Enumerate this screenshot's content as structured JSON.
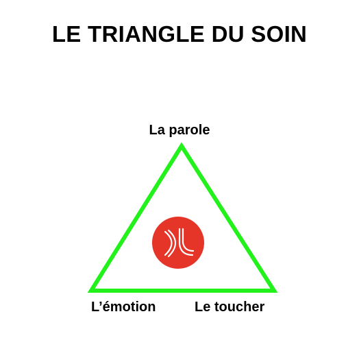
{
  "title": "LE TRIANGLE DU SOIN",
  "vertices": {
    "top": "La parole",
    "bottom_left": "L’émotion",
    "bottom_right": "Le toucher"
  },
  "colors": {
    "triangle_stroke": "#22f11c",
    "logo_background": "#e53529",
    "logo_mark": "#ffffff",
    "text": "#000000"
  },
  "logo_icon": "dl-monogram-icon"
}
